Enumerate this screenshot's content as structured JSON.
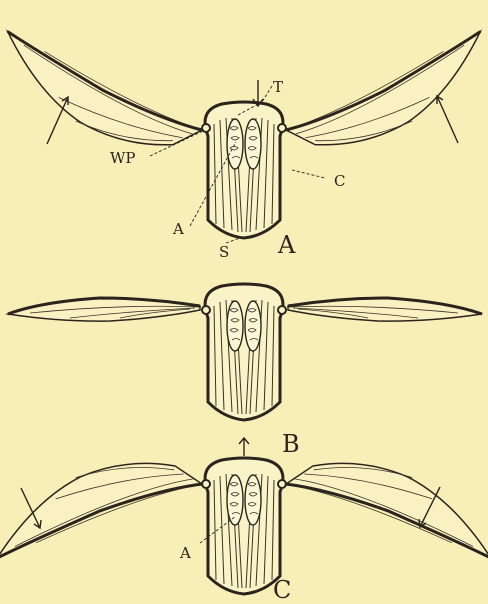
{
  "colors": {
    "paper": "#f7eeb8",
    "ink": "#2a241c"
  },
  "panels": {
    "a": {
      "letter": "A",
      "labels": {
        "wp": "WP",
        "t": "T",
        "a": "A",
        "c": "C",
        "s": "S"
      }
    },
    "b": {
      "letter": "B"
    },
    "c": {
      "letter": "C",
      "labels": {
        "a": "A"
      }
    }
  }
}
